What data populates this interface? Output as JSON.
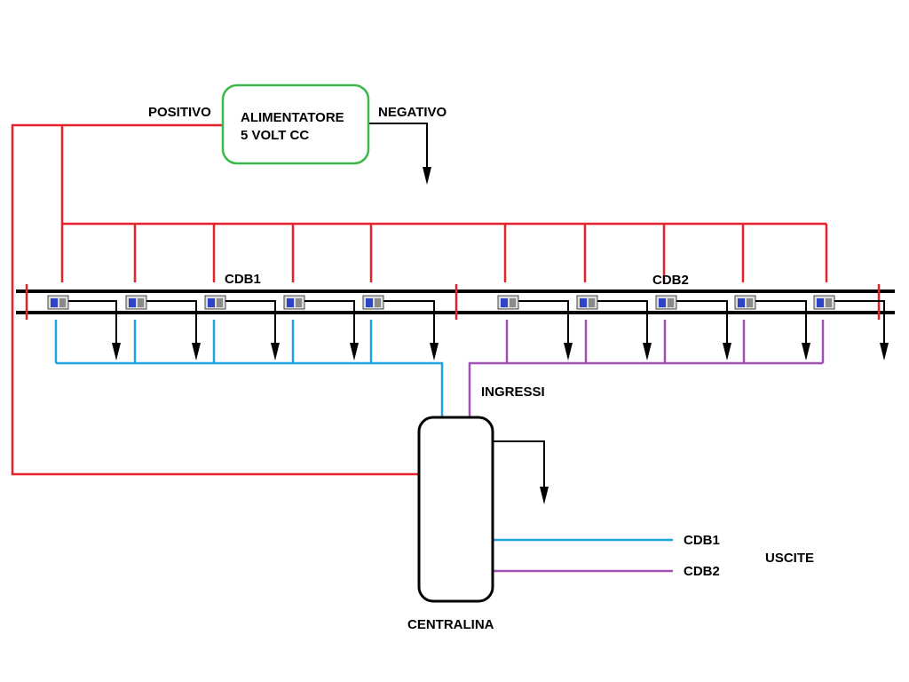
{
  "colors": {
    "positive": "#e8212b",
    "negative": "#000000",
    "cdb1": "#1ea5e0",
    "cdb2": "#a050b0",
    "psu_border": "#3cb84a",
    "sensor_face": "#2d43c8",
    "sensor_body": "#dcdcdc"
  },
  "power_supply": {
    "line1": "ALIMENTATORE",
    "line2": "5 VOLT CC"
  },
  "labels": {
    "positive": "POSITIVO",
    "negative": "NEGATIVO",
    "inputs": "INGRESSI",
    "outputs": "USCITE",
    "controller": "CENTRALINA"
  },
  "groups": [
    {
      "name": "CDB1",
      "sensor_count": 5
    },
    {
      "name": "CDB2",
      "sensor_count": 5
    }
  ],
  "outputs": [
    {
      "name": "CDB1"
    },
    {
      "name": "CDB2"
    }
  ]
}
